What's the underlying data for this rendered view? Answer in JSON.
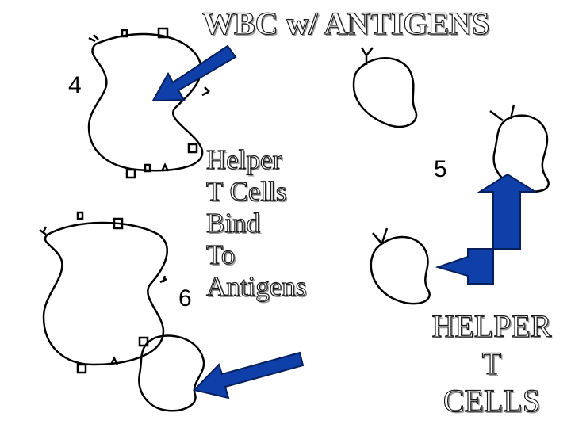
{
  "title": "WBC w/ ANTIGENS",
  "helper_text": [
    "Helper",
    "T Cells",
    "Bind",
    "To",
    "Antigens"
  ],
  "helper_caption": [
    "HELPER",
    "T",
    "CELLS"
  ],
  "step_numbers": [
    "4",
    "5",
    "6"
  ],
  "colors": {
    "arrow_fill": "#0f3fa8",
    "arrow_stroke": "#06205e",
    "outline": "#000000",
    "text_fill": "#ffffff",
    "text_stroke": "#1a1a1a",
    "text_shadow": "#9a9a9a"
  }
}
